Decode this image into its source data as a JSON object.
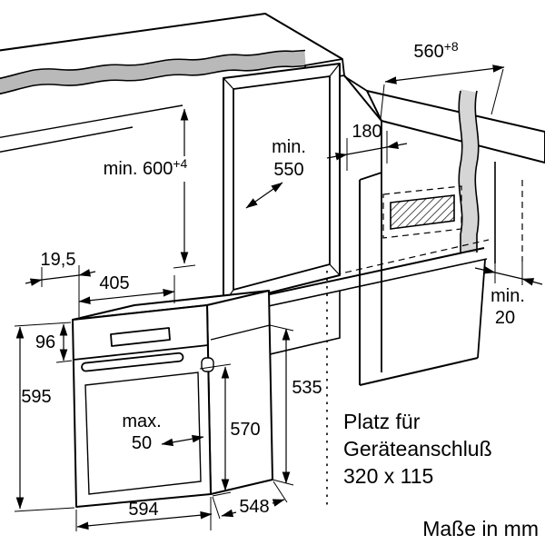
{
  "diagram": {
    "description": "Built-in single oven installation drawing",
    "units_note": "Maße in mm",
    "connection_area": {
      "label_line1": "Platz für",
      "label_line2": "Geräteanschluß",
      "label_line3": "320 x 115"
    },
    "colors": {
      "line": "#000000",
      "worktop_edge_band": "#b9b9b9",
      "break_band": "#d6d6d6"
    },
    "dimensions": {
      "niche_width": {
        "value": "560",
        "tolerance": "+8"
      },
      "niche_height": {
        "value": "min. 600",
        "tolerance": "+4"
      },
      "niche_depth": {
        "line1": "min.",
        "line2": "550"
      },
      "corner_panel_width": "180",
      "rear_clearance": {
        "line1": "min.",
        "line2": "20"
      },
      "top_left_offset": "19,5",
      "top_cutout_width": "405",
      "control_panel_height": "96",
      "appliance_height": "595",
      "handle_projection": {
        "line1": "max.",
        "line2": "50"
      },
      "door_height": "570",
      "body_height": "535",
      "appliance_width": "594",
      "appliance_depth": "548"
    }
  }
}
